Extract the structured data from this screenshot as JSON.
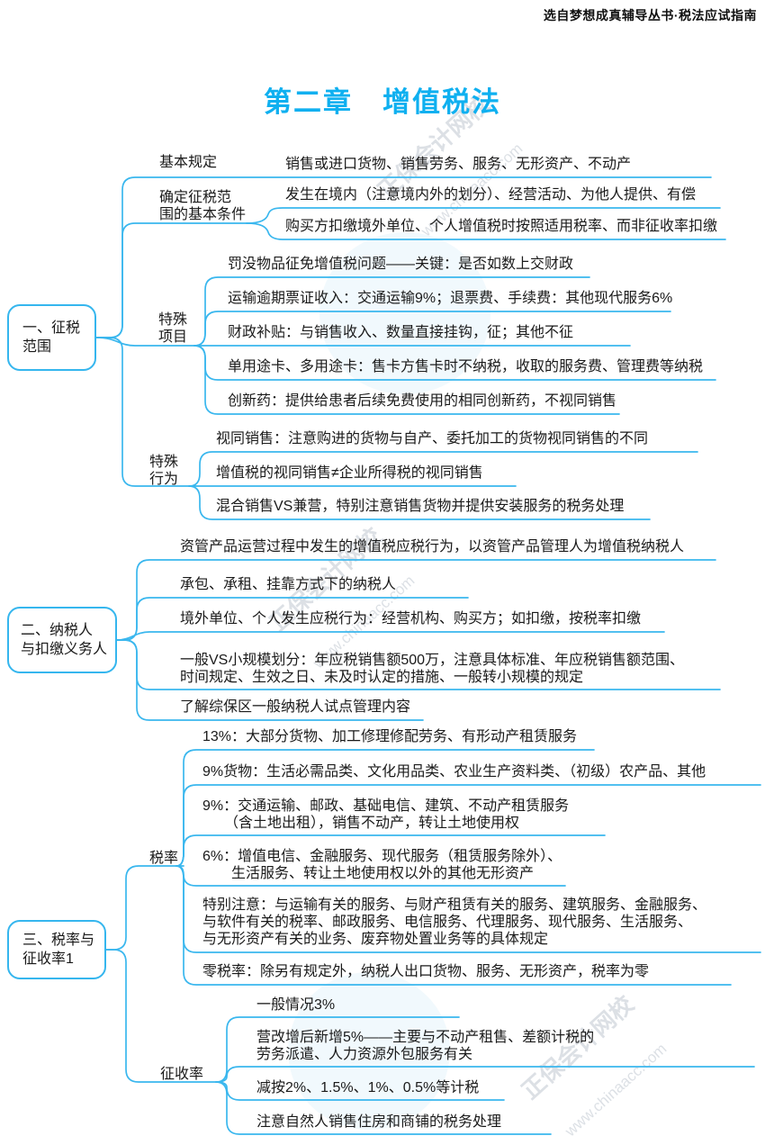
{
  "header": "选自梦想成真辅导丛书·税法应试指南",
  "title": "第二章　增值税法",
  "colors": {
    "accent": "#3ab7ee",
    "title": "#0fb0f0",
    "text": "#1a1a1a"
  },
  "watermark": {
    "name": "正保会计网校",
    "site": "www.chinaacc.com"
  },
  "mindmap": {
    "root1": {
      "label": "一、征税\n范围",
      "basic": {
        "label": "基本规定",
        "leaf": "销售或进口货物、销售劳务、服务、无形资产、不动产"
      },
      "conditions": {
        "label": "确定征税范\n围的基本条件",
        "leaves": [
          "发生在境内（注意境内外的划分）、经营活动、为他人提供、有偿",
          "购买方扣缴境外单位、个人增值税时按照适用税率、而非征收率扣缴"
        ]
      },
      "special_items": {
        "label": "特殊\n项目",
        "leaves": [
          "罚没物品征免增值税问题——关键：是否如数上交财政",
          "运输逾期票证收入：交通运输9%；退票费、手续费：其他现代服务6%",
          "财政补贴：与销售收入、数量直接挂钩，征；其他不征",
          "单用途卡、多用途卡：售卡方售卡时不纳税，收取的服务费、管理费等纳税",
          "创新药：提供给患者后续免费使用的相同创新药，不视同销售"
        ]
      },
      "special_acts": {
        "label": "特殊\n行为",
        "leaves": [
          "视同销售：注意购进的货物与自产、委托加工的货物视同销售的不同",
          "增值税的视同销售≠企业所得税的视同销售",
          "混合销售VS兼营，特别注意销售货物并提供安装服务的税务处理"
        ]
      }
    },
    "root2": {
      "label": "二、纳税人\n与扣缴义务人",
      "leaves": [
        "资管产品运营过程中发生的增值税应税行为，以资管产品管理人为增值税纳税人",
        "承包、承租、挂靠方式下的纳税人",
        "境外单位、个人发生应税行为：经营机构、购买方；如扣缴，按税率扣缴",
        "一般VS小规模划分：年应税销售额500万，注意具体标准、年应税销售额范围、\n时间规定、生效之日、未及时认定的措施、一般转小规模的规定",
        "了解综保区一般纳税人试点管理内容"
      ]
    },
    "root3": {
      "label": "三、税率与\n征收率1",
      "tax_rate": {
        "label": "税率",
        "leaves": [
          "13%：大部分货物、加工修理修配劳务、有形动产租赁服务",
          "9%货物：生活必需品类、文化用品类、农业生产资料类、（初级）农产品、其他",
          "9%：交通运输、邮政、基础电信、建筑、不动产租赁服务\n　　（含土地出租），销售不动产，转让土地使用权",
          "6%：增值电信、金融服务、现代服务（租赁服务除外）、\n　　生活服务、转让土地使用权以外的其他无形资产",
          "特别注意：与运输有关的服务、与财产租赁有关的服务、建筑服务、金融服务、\n与软件有关的税率、邮政服务、电信服务、代理服务、现代服务、生活服务、\n与无形资产有关的业务、废弃物处置业务等的具体规定",
          "零税率：除另有规定外，纳税人出口货物、服务、无形资产，税率为零"
        ]
      },
      "levy_rate": {
        "label": "征收率",
        "leaves": [
          "一般情况3%",
          "营改增后新增5%——主要与不动产租售、差额计税的\n劳务派遣、人力资源外包服务有关",
          "减按2%、1.5%、1%、0.5%等计税",
          "注意自然人销售住房和商铺的税务处理"
        ]
      }
    }
  }
}
